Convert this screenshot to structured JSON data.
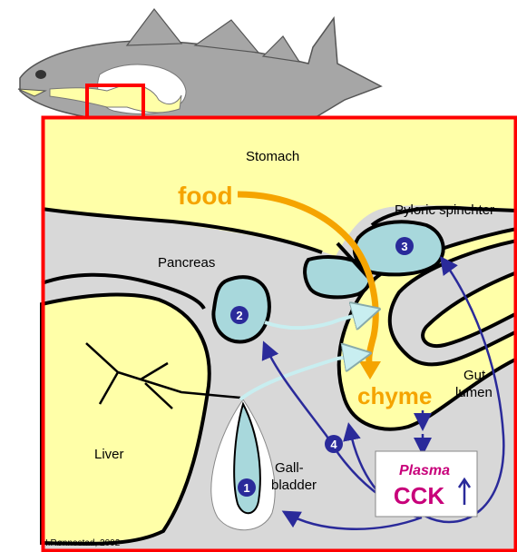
{
  "labels": {
    "stomach": "Stomach",
    "food": "food",
    "pyloric": "Pyloric spinchter",
    "pancreas": "Pancreas",
    "liver": "Liver",
    "chyme": "chyme",
    "gut_line1": "Gut",
    "gut_line2": "lumen",
    "gall_line1": "Gall-",
    "gall_line2": "bladder",
    "plasma": "Plasma",
    "cck": "CCK",
    "credit": "I.Rønnestad, 2002"
  },
  "markers": [
    "1",
    "2",
    "3",
    "4"
  ],
  "colors": {
    "frame": "#ff0000",
    "stomach": "#ffffa8",
    "gut_tissue": "#d8d8d8",
    "organ": "#a8d8dc",
    "food_arrow": "#f5a400",
    "signal_arrow": "#2a2a9a",
    "duct_arrow": "#c8eef0",
    "cck_text": "#c8007a",
    "fish_body": "#a6a6a6"
  }
}
